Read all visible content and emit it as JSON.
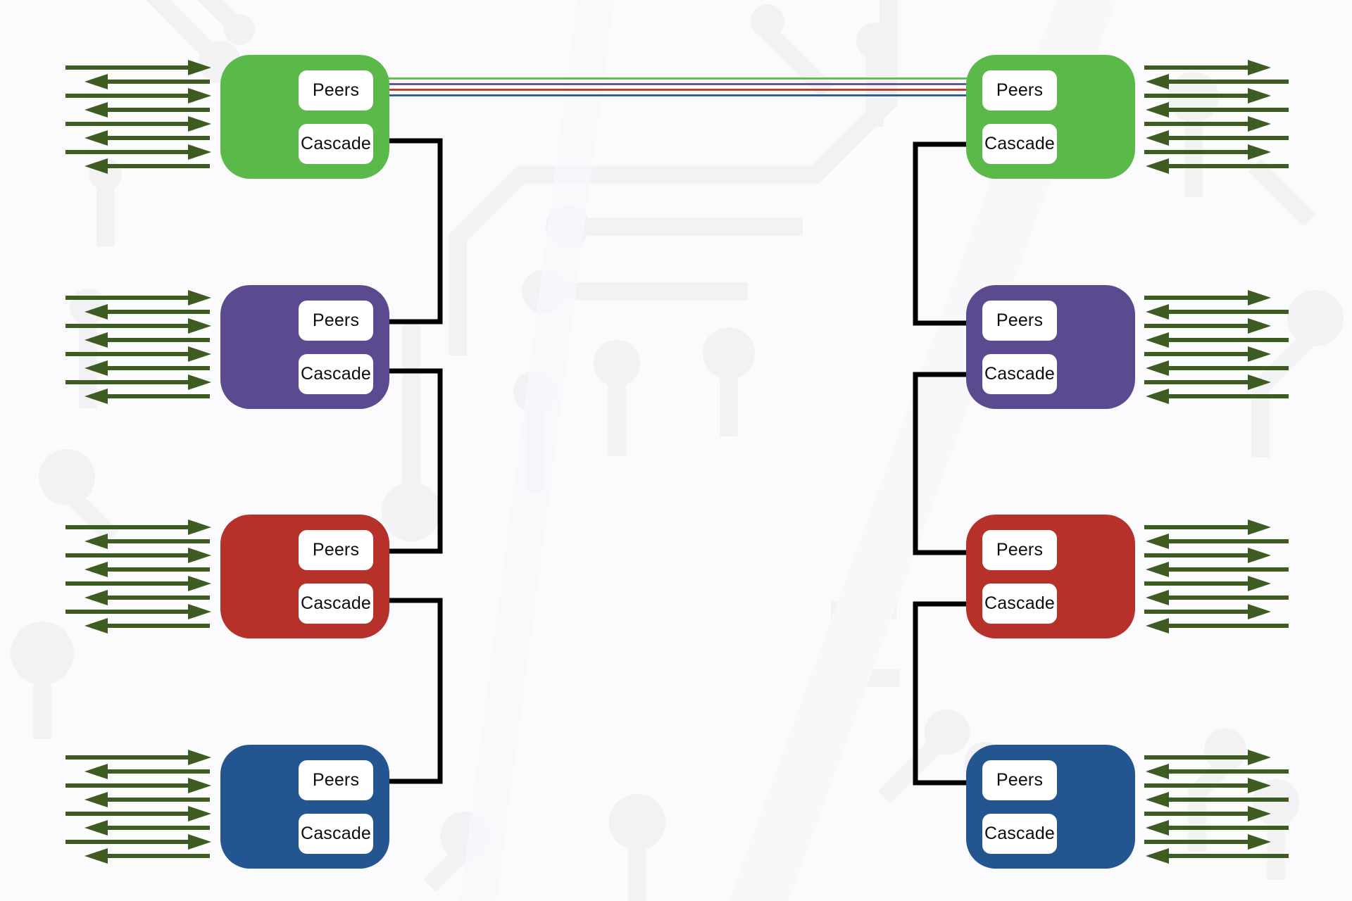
{
  "colors": {
    "background": "#fbfbfd",
    "pattern": "#f2f2f5",
    "arrow": "#3E5C22",
    "cascade_link": "#000000",
    "port_label_bg": "#ffffff",
    "port_label_text": "#0d0d0d"
  },
  "peer_links": [
    {
      "name": "green",
      "color": "#5BB94A"
    },
    {
      "name": "purple",
      "color": "#5C4A90"
    },
    {
      "name": "red",
      "color": "#B6312A"
    },
    {
      "name": "blue",
      "color": "#235591"
    }
  ],
  "columns": [
    {
      "side": "left",
      "nodes": [
        {
          "id": "green",
          "color": "#5BB94A",
          "peers_label": "Peers",
          "cascade_label": "Cascade",
          "arrow_count": 8
        },
        {
          "id": "purple",
          "color": "#5C4A90",
          "peers_label": "Peers",
          "cascade_label": "Cascade",
          "arrow_count": 8
        },
        {
          "id": "red",
          "color": "#B6312A",
          "peers_label": "Peers",
          "cascade_label": "Cascade",
          "arrow_count": 8
        },
        {
          "id": "blue",
          "color": "#235591",
          "peers_label": "Peers",
          "cascade_label": "Cascade",
          "arrow_count": 8
        }
      ]
    },
    {
      "side": "right",
      "nodes": [
        {
          "id": "green",
          "color": "#5BB94A",
          "peers_label": "Peers",
          "cascade_label": "Cascade",
          "arrow_count": 8
        },
        {
          "id": "purple",
          "color": "#5C4A90",
          "peers_label": "Peers",
          "cascade_label": "Cascade",
          "arrow_count": 8
        },
        {
          "id": "red",
          "color": "#B6312A",
          "peers_label": "Peers",
          "cascade_label": "Cascade",
          "arrow_count": 8
        },
        {
          "id": "blue",
          "color": "#235591",
          "peers_label": "Peers",
          "cascade_label": "Cascade",
          "arrow_count": 8
        }
      ]
    }
  ],
  "cascade_links": [
    {
      "from": "left-green-cascade",
      "to": "left-purple-peers"
    },
    {
      "from": "left-purple-cascade",
      "to": "left-red-peers"
    },
    {
      "from": "left-red-cascade",
      "to": "left-blue-peers"
    },
    {
      "from": "right-green-cascade",
      "to": "right-purple-peers"
    },
    {
      "from": "right-purple-cascade",
      "to": "right-red-peers"
    },
    {
      "from": "right-red-cascade",
      "to": "right-blue-peers"
    }
  ]
}
